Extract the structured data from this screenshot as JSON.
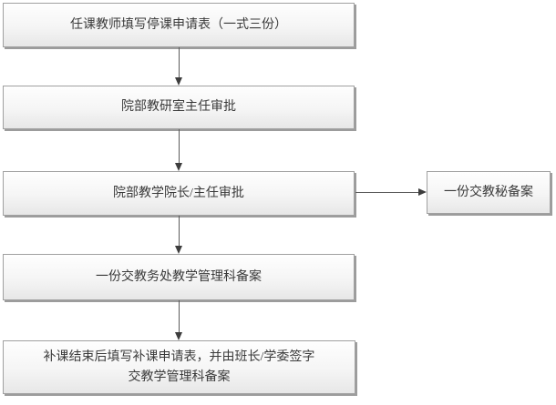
{
  "diagram": {
    "type": "flowchart",
    "background": "#ffffff",
    "colors": {
      "box_fill_top": "#fefefe",
      "box_fill_bottom": "#e7e7e7",
      "box_border": "#a0a0a0",
      "box_shadow": "#9c9c9c",
      "arrow": "#3d3d3d",
      "text": "#3a3a3a"
    },
    "steps": [
      {
        "id": "step-1",
        "label": "任课教师填写停课申请表（一式三份）"
      },
      {
        "id": "step-2",
        "label": "院部教研室主任审批"
      },
      {
        "id": "step-3",
        "label": "院部教学院长/主任审批"
      },
      {
        "id": "step-4",
        "label": "一份交教务处教学管理科备案"
      },
      {
        "id": "step-5",
        "label_lines": [
          "补课结束后填写补课申请表，并由班长/学委签字",
          "交教学管理科备案"
        ]
      }
    ],
    "branch": {
      "id": "branch-1",
      "label": "一份交教秘备案"
    },
    "edges": [
      {
        "from": "step-1",
        "to": "step-2",
        "direction": "down"
      },
      {
        "from": "step-2",
        "to": "step-3",
        "direction": "down"
      },
      {
        "from": "step-3",
        "to": "step-4",
        "direction": "down"
      },
      {
        "from": "step-4",
        "to": "step-5",
        "direction": "down"
      },
      {
        "from": "step-3",
        "to": "branch-1",
        "direction": "right"
      }
    ]
  }
}
